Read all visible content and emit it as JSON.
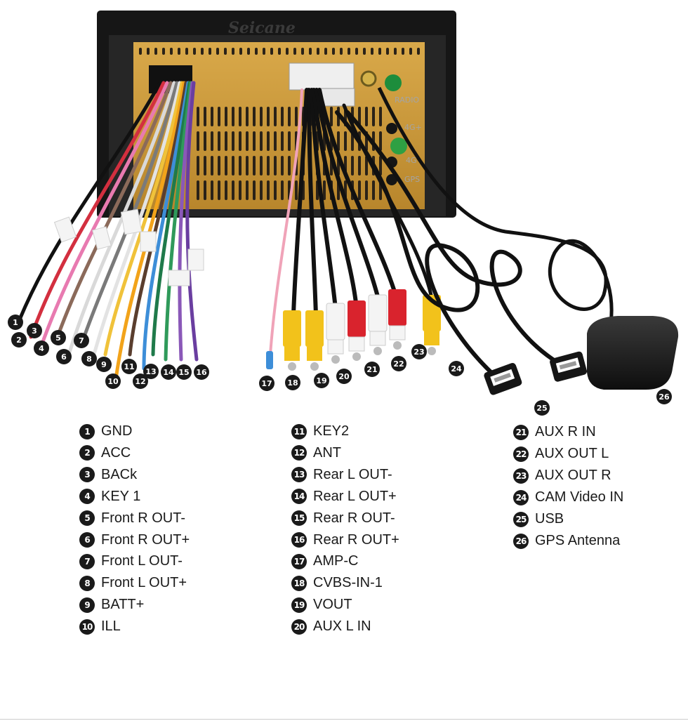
{
  "brand": "Seicane",
  "port_labels": [
    "RADIO",
    "4G+",
    "4G",
    "GPS"
  ],
  "callout_numbers": [
    "1",
    "2",
    "3",
    "4",
    "5",
    "6",
    "7",
    "8",
    "9",
    "10",
    "11",
    "12",
    "13",
    "14",
    "15",
    "16",
    "17",
    "18",
    "19",
    "20",
    "21",
    "22",
    "23",
    "24",
    "25",
    "26"
  ],
  "legend": {
    "col1": [
      {
        "num": "1",
        "label": "GND"
      },
      {
        "num": "2",
        "label": "ACC"
      },
      {
        "num": "3",
        "label": "BACk"
      },
      {
        "num": "4",
        "label": "KEY 1"
      },
      {
        "num": "5",
        "label": "Front R OUT-"
      },
      {
        "num": "6",
        "label": "Front R OUT+"
      },
      {
        "num": "7",
        "label": "Front L OUT-"
      },
      {
        "num": "8",
        "label": "Front L OUT+"
      },
      {
        "num": "9",
        "label": "BATT+"
      },
      {
        "num": "10",
        "label": "ILL"
      }
    ],
    "col2": [
      {
        "num": "11",
        "label": "KEY2"
      },
      {
        "num": "12",
        "label": "ANT"
      },
      {
        "num": "13",
        "label": "Rear L OUT-"
      },
      {
        "num": "14",
        "label": "Rear L OUT+"
      },
      {
        "num": "15",
        "label": "Rear R OUT-"
      },
      {
        "num": "16",
        "label": "Rear R OUT+"
      },
      {
        "num": "17",
        "label": "AMP-C"
      },
      {
        "num": "18",
        "label": "CVBS-IN-1"
      },
      {
        "num": "19",
        "label": "VOUT"
      },
      {
        "num": "20",
        "label": "AUX L IN"
      }
    ],
    "col3": [
      {
        "num": "21",
        "label": "AUX R IN"
      },
      {
        "num": "22",
        "label": "AUX OUT L"
      },
      {
        "num": "23",
        "label": "AUX OUT R"
      },
      {
        "num": "24",
        "label": "CAM Video IN"
      },
      {
        "num": "25",
        "label": "USB"
      },
      {
        "num": "26",
        "label": "GPS Antenna"
      }
    ]
  },
  "colors": {
    "panel": "#c99a3a",
    "frame": "#1a1a1a",
    "rca_yellow": "#f2c21b",
    "rca_white": "#f4f4f4",
    "rca_red": "#d9232d",
    "gps_dark": "#1c1c1c"
  }
}
